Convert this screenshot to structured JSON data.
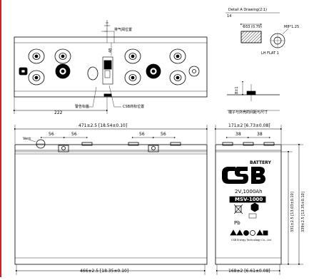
{
  "colors": {
    "line": "#000000",
    "frame": "#cc2222",
    "paper": "#ffffff",
    "hatch": "#000000"
  },
  "top_view": {
    "gas_label": "排气阀位置",
    "csb_label": "CSB商标位置",
    "warn_label": "警告标签",
    "dim_center": "222",
    "dim_terminal": "48"
  },
  "detail": {
    "title": "Detail A Drawing(2:1)",
    "hole_label": "Φ33 (0.79)",
    "bolt_label": "M8*1.25",
    "dim_a": "14",
    "note": "LH FLAT 1"
  },
  "side_detail": {
    "dim": "8±1",
    "note": "端子与外壳的间距与尺寸"
  },
  "front_view": {
    "width_top": "471±2.5  [18.54±0.10]",
    "width_bottom": "466±2.5  [18.35±0.10]",
    "spacing": [
      "56",
      "56",
      "56",
      "56"
    ],
    "vent_label": "Vent"
  },
  "side_view": {
    "width_top": "171±2  [6.73±0.08]",
    "width_bottom": "168±2  [6.61±0.08]",
    "spacing": [
      "38",
      "38"
    ],
    "height_outer": "339±2.5  [13.35±0.10]",
    "height_inner": "331±2.5  [13.03±0.10]"
  },
  "label": {
    "battery_word": "BATTERY",
    "brand": "CSB",
    "rating": "2V,1000Ah",
    "model": "MSV-1000",
    "lead_symbol": "Pb",
    "company": "CSB Energy Technology Co., Ltd."
  }
}
